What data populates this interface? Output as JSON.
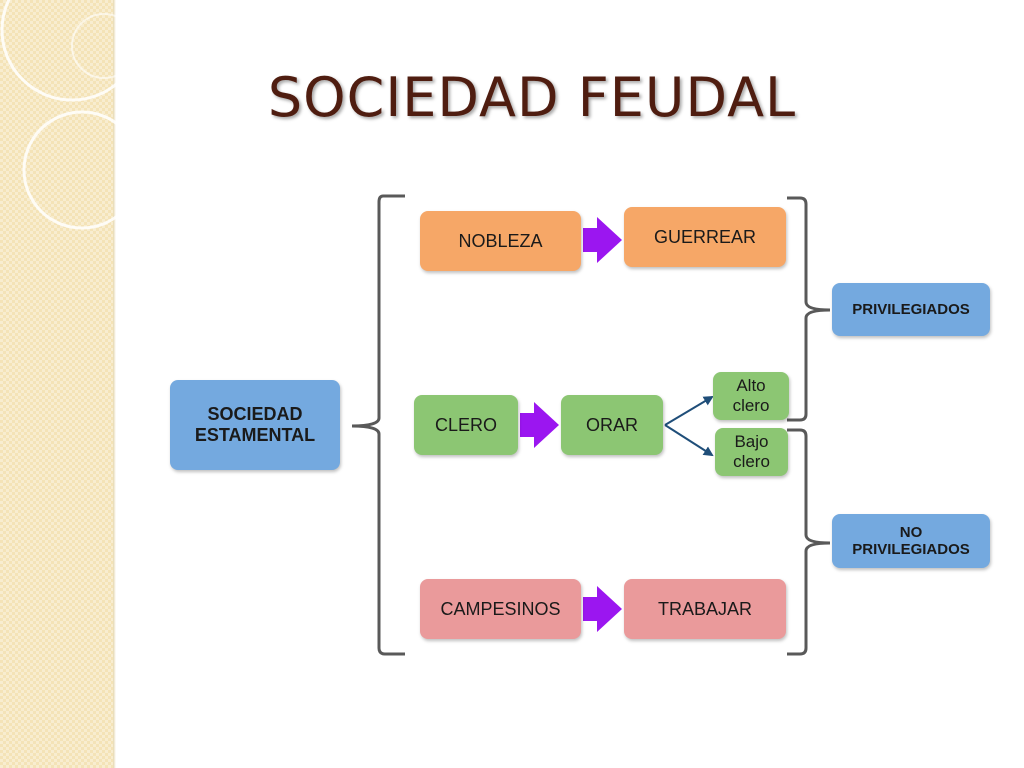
{
  "title": "SOCIEDAD FEUDAL",
  "root": "SOCIEDAD\nESTAMENTAL",
  "estates": [
    {
      "group": "NOBLEZA",
      "function": "GUERREAR"
    },
    {
      "group": "CLERO",
      "function": "ORAR"
    },
    {
      "group": "CAMPESINOS",
      "function": "TRABAJAR"
    }
  ],
  "clergy_split": {
    "high": "Alto\nclero",
    "low": "Bajo\nclero"
  },
  "classes": {
    "privileged": "PRIVILEGIADOS",
    "unprivileged": "NO\nPRIVILEGIADOS"
  },
  "colors": {
    "title": "#4f1d10",
    "orange": "#f6a767",
    "green": "#8cc673",
    "pink": "#ea9a9b",
    "blue": "#74a9df",
    "arrow": "#9b16f0",
    "branch": "#1f4e79",
    "bracket": "#595959"
  }
}
